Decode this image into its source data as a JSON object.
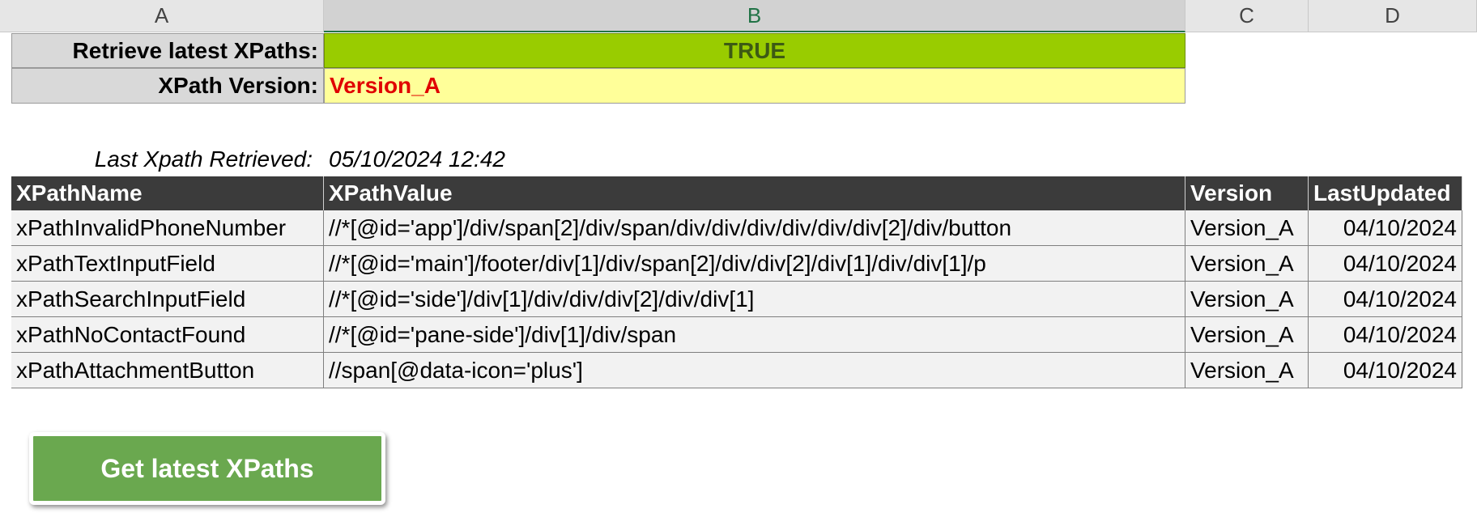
{
  "columns": [
    "A",
    "B",
    "C",
    "D"
  ],
  "settings": {
    "retrieve_label": "Retrieve latest XPaths:",
    "retrieve_value": "TRUE",
    "version_label": "XPath Version:",
    "version_value": "Version_A"
  },
  "last_retrieved": {
    "label": "Last Xpath Retrieved:",
    "value": "05/10/2024 12:42"
  },
  "table": {
    "headers": [
      "XPathName",
      "XPathValue",
      "Version",
      "LastUpdated"
    ],
    "rows": [
      [
        "xPathInvalidPhoneNumber",
        "//*[@id='app']/div/span[2]/div/span/div/div/div/div/div/div[2]/div/button",
        "Version_A",
        "04/10/2024"
      ],
      [
        "xPathTextInputField",
        "//*[@id='main']/footer/div[1]/div/span[2]/div/div[2]/div[1]/div/div[1]/p",
        "Version_A",
        "04/10/2024"
      ],
      [
        "xPathSearchInputField",
        "//*[@id='side']/div[1]/div/div/div[2]/div/div[1]",
        "Version_A",
        "04/10/2024"
      ],
      [
        "xPathNoContactFound",
        "//*[@id='pane-side']/div[1]/div/span",
        "Version_A",
        "04/10/2024"
      ],
      [
        "xPathAttachmentButton",
        "//span[@data-icon='plus']",
        "Version_A",
        "04/10/2024"
      ]
    ]
  },
  "button": {
    "label": "Get latest XPaths"
  },
  "colors": {
    "true_fill": "#99cc00",
    "version_fill": "#ffff99",
    "version_text": "#e00000",
    "header_fill": "#3b3b3b",
    "button_fill": "#6aa84f"
  }
}
